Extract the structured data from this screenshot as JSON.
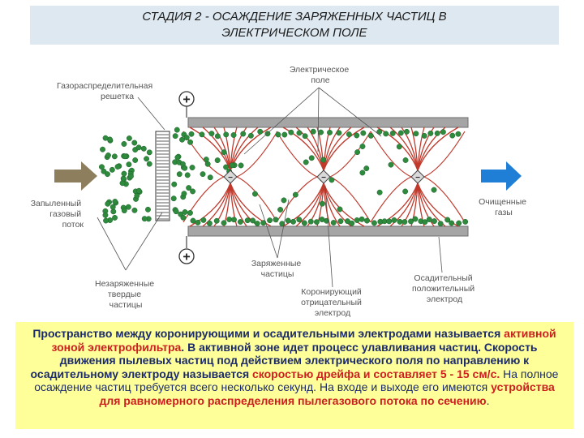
{
  "title": {
    "line1": "СТАДИЯ 2 - ОСАЖДЕНИЕ  ЗАРЯЖЕННЫХ  ЧАСТИЦ  В",
    "line2": "ЭЛЕКТРИЧЕСКОМ ПОЛЕ"
  },
  "labels": {
    "gas_grid": [
      "Газораспределительная",
      "решетка"
    ],
    "electric_field": [
      "Электрическое",
      "поле"
    ],
    "dusty_gas": [
      "Запыленный",
      "газовый",
      "поток"
    ],
    "clean_gas": [
      "Очищенные",
      "газы"
    ],
    "uncharged": [
      "Незаряженные",
      "твердые",
      "частицы"
    ],
    "charged": [
      "Заряженные",
      "частицы"
    ],
    "corona_electrode": [
      "Коронирующий",
      "отрицательный",
      "электрод"
    ],
    "collecting_electrode": [
      "Осадительный",
      "положительный",
      "электрод"
    ],
    "plus_symbol": "+",
    "minus_symbol": "−"
  },
  "colors": {
    "title_bg": "#dde8f0",
    "caption_bg": "#ffff99",
    "caption_text": "#1b2a6b",
    "highlight": "#cc1f1f",
    "particle": "#2e8b3e",
    "field_line": "#c0392b",
    "plate": "#9e9e9e",
    "inlet_arrow": "#8d7f5e",
    "outlet_arrow": "#1f7fd6"
  },
  "caption": {
    "p1": "Пространство между коронирующими и осадительными электродами называется ",
    "p2": "активной зоной электрофильтра",
    "p3": ". В активной зоне идет процесс улавливания частиц. Скорость движения пылевых частиц под действием электрического поля по направлению к осадительному электроду называется ",
    "p4": "скоростью дрейфа и составляет 5 - 15 см/с.",
    "p5": " На полное осаждение частиц требуется всего несколько секунд. На входе и выходе его имеются ",
    "p6": "устройства для равномерного распределения пылегазового потока по сечению",
    "p7": "."
  }
}
